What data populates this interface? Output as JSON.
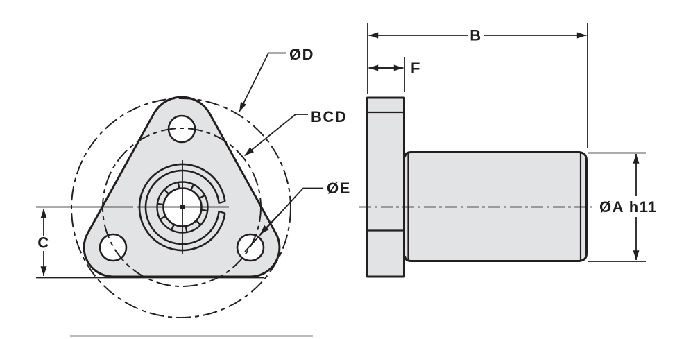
{
  "figure_type": "flanged-bearing-dimension-drawing",
  "front": {
    "labels": {
      "od": "ØD",
      "bcd": "BCD",
      "oe": "ØE",
      "c": "C"
    }
  },
  "side": {
    "labels": {
      "b": "B",
      "f": "F",
      "oa": "ØA h11"
    }
  },
  "colors": {
    "line": "#231f20",
    "part_fill": "#e2e3e5",
    "background": "#ffffff",
    "footer_rule": "#a3a3a3"
  }
}
